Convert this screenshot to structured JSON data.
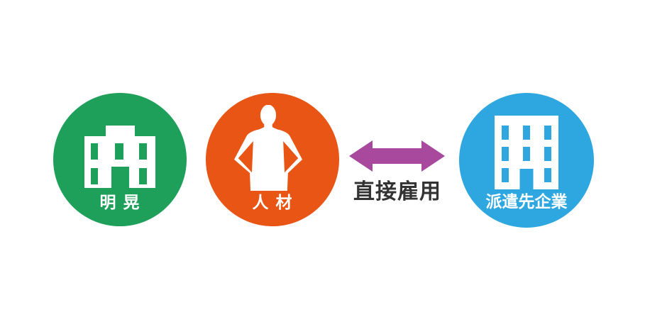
{
  "diagram": {
    "background": "#ffffff",
    "title": "",
    "nodes": [
      {
        "id": "meiko",
        "label": "明 晃",
        "color": "#1EA05A",
        "icon": "office-building-icon",
        "icon_color": "#ffffff"
      },
      {
        "id": "jinzai",
        "label": "人 材",
        "color": "#E85514",
        "icon": "person-icon",
        "icon_color": "#ffffff"
      },
      {
        "id": "hakensaki-kigyo",
        "label": "派遣先企業",
        "color": "#2EA7E0",
        "icon": "tall-building-icon",
        "icon_color": "#ffffff"
      }
    ],
    "relation": {
      "label": "直接雇用",
      "label_color": "#333333",
      "arrow_color": "#A8499E",
      "type": "double-headed-arrow",
      "between": [
        "jinzai",
        "hakensaki-kigyo"
      ]
    }
  }
}
